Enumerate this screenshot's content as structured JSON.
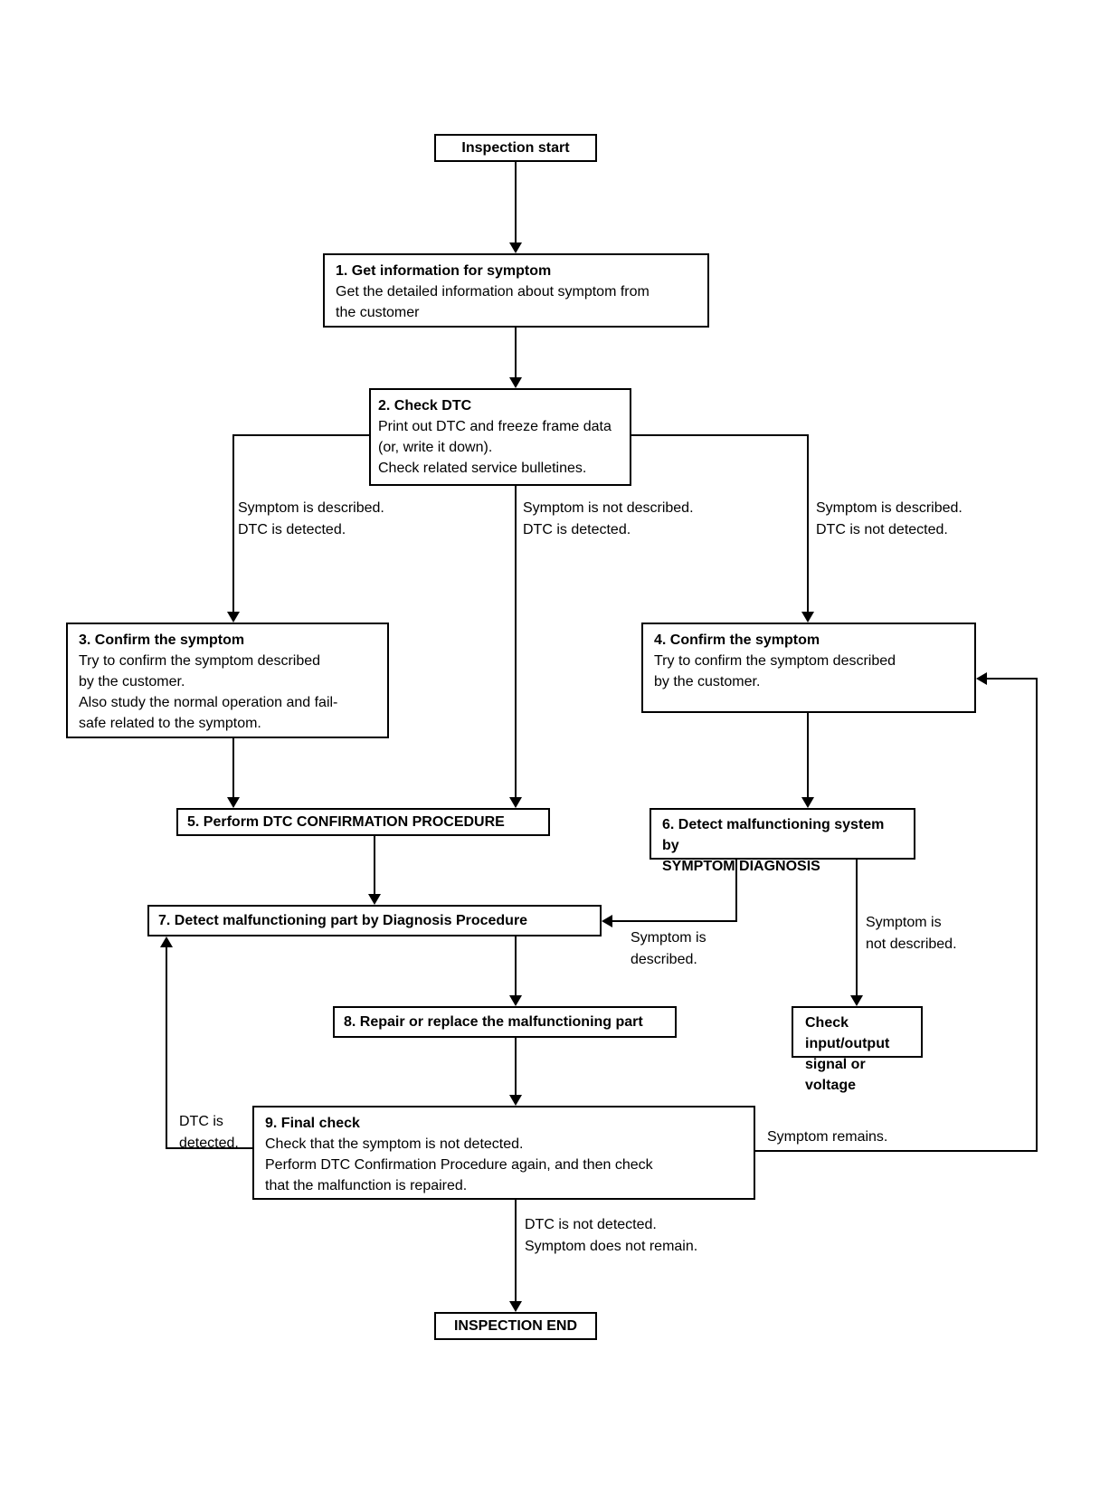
{
  "nodes": {
    "start": {
      "label": "Inspection start"
    },
    "step1": {
      "title": "1. Get information for symptom",
      "body": "Get the detailed information about symptom from\nthe customer"
    },
    "step2": {
      "title": "2. Check DTC",
      "body": "Print out DTC and freeze frame data\n(or, write it down).\nCheck related service bulletines."
    },
    "step3": {
      "title": "3. Confirm the symptom",
      "body": "Try to confirm the symptom described\nby the customer.\nAlso study the normal operation and fail-\nsafe related to the symptom."
    },
    "step4": {
      "title": "4. Confirm the symptom",
      "body": "Try to confirm the symptom described\nby the customer."
    },
    "step5": {
      "label": "5. Perform DTC CONFIRMATION PROCEDURE"
    },
    "step6": {
      "label": "6. Detect malfunctioning system by\nSYMPTOM DIAGNOSIS"
    },
    "step7": {
      "label": "7. Detect malfunctioning part by Diagnosis Procedure"
    },
    "step8": {
      "label": "8. Repair or replace the malfunctioning part"
    },
    "check_io": {
      "label": "Check input/output\nsignal or voltage"
    },
    "step9": {
      "title": "9. Final check",
      "body": "Check that the symptom is not detected.\nPerform DTC Confirmation Procedure again, and then check\nthat the malfunction is repaired."
    },
    "end": {
      "label": "INSPECTION END"
    }
  },
  "edge_labels": {
    "left_branch": "Symptom is described.\nDTC is detected.",
    "mid_branch": "Symptom is not described.\nDTC is detected.",
    "right_branch": "Symptom is described.\nDTC is not detected.",
    "symptom_described": "Symptom is\ndescribed.",
    "symptom_not_described": "Symptom is\nnot described.",
    "dtc_detected": "DTC is\ndetected.",
    "symptom_remains": "Symptom remains.",
    "dtc_not_detected": "DTC is not detected.\nSymptom does not remain."
  },
  "colors": {
    "background": "#ffffff",
    "line": "#000000",
    "box_border": "#000000",
    "text": "#000000"
  }
}
